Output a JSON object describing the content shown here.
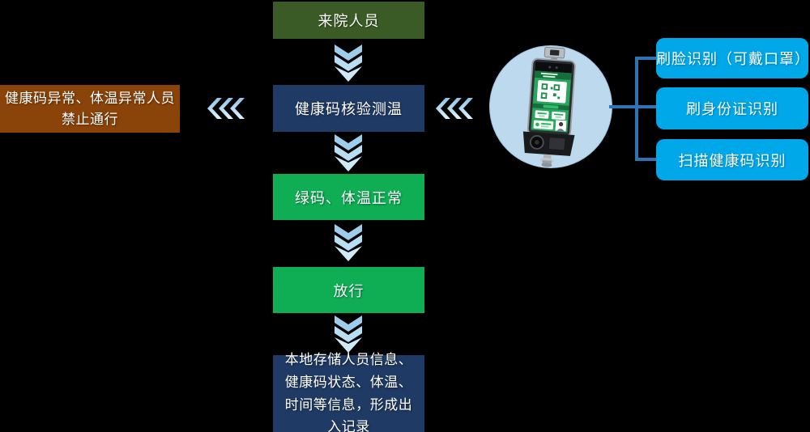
{
  "flow_boxes": {
    "visitor": "来院人员",
    "verify": "健康码核验测温",
    "green_ok": "绿码、体温正常",
    "pass": "放行",
    "record": "本地存储人员信息、健康码状态、体温、时间等信息，形成出入记录"
  },
  "deny_box": {
    "line1": "健康码异常、体温异常人员",
    "line2": "禁止通行"
  },
  "recognition_methods": [
    {
      "label": "刷脸识别（可戴口罩）"
    },
    {
      "label": "刷身份证识别"
    },
    {
      "label": "扫描健康码识别"
    }
  ],
  "device": {
    "icon": "health-code-face-recognition-temperature-terminal"
  },
  "colors": {
    "background": "#000000",
    "visitor_box": "#3b5b26",
    "navy_box": "#1f3a64",
    "green_box": "#0fae55",
    "deny_box": "#8a4309",
    "method_box": "#00a8ea",
    "arrow_light_blue": "#a9d5f0",
    "connector_line": "#2e74b5",
    "circle_fill": "#bdd9ee"
  }
}
